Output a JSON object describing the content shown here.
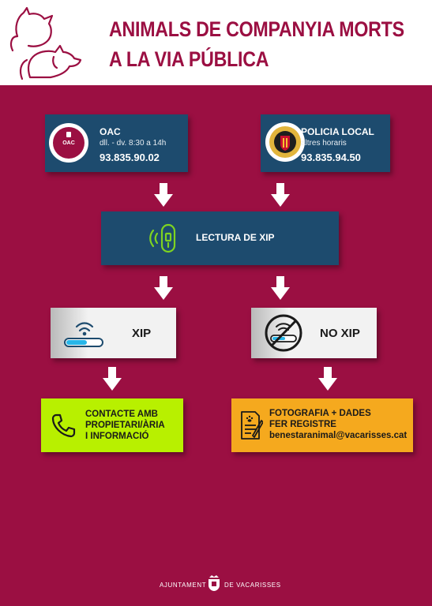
{
  "header": {
    "title_line1": "ANIMALS DE COMPANYIA MORTS",
    "title_line2": "A LA VIA PÚBLICA",
    "logo_icon": "dog-cat-icon"
  },
  "oac": {
    "name": "OAC",
    "hours": "dll. - dv. 8:30 a 14h",
    "phone": "93.835.90.02",
    "logo_text": "OAC"
  },
  "police": {
    "name": "POLICIA LOCAL",
    "hours": "altres horaris",
    "phone": "93.835.94.50"
  },
  "chip_reading": {
    "label": "LECTURA DE XIP"
  },
  "xip": {
    "label": "XIP"
  },
  "no_xip": {
    "label": "NO XIP"
  },
  "contact": {
    "line1": "CONTACTE AMB",
    "line2": "PROPIETARI/ÀRIA",
    "line3": "I INFORMACIÓ"
  },
  "photo": {
    "line1": "FOTOGRAFIA + DADES",
    "line2": "FER REGISTRE",
    "line3": "benestaranimal@vacarisses.cat"
  },
  "footer": {
    "left": "AJUNTAMENT",
    "right": "DE VACARISSES"
  },
  "colors": {
    "background": "#9b0f42",
    "blue_box": "#1d4b6e",
    "green_box": "#b8f000",
    "orange_box": "#f5a91e",
    "chip_green": "#7ed321"
  }
}
